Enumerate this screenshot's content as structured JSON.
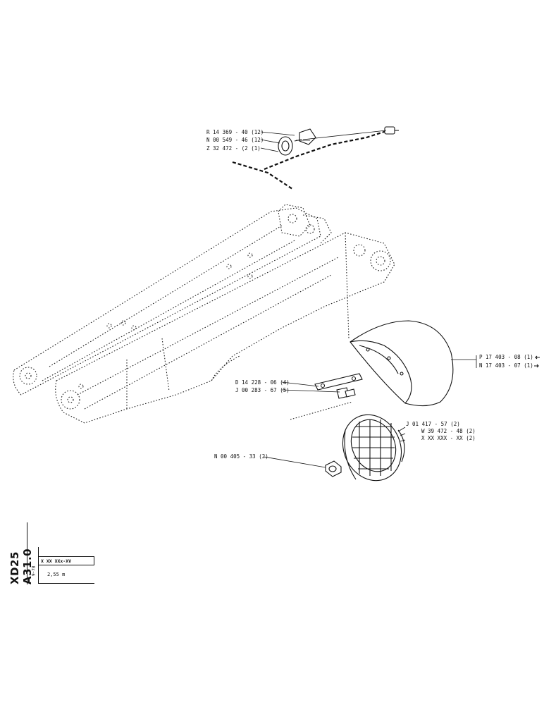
{
  "document": {
    "code": "XD25 A31.0",
    "date": "9-78",
    "variant_code": "X XX XXx-XV",
    "boom_length": "2,55 m"
  },
  "callouts": {
    "cable_clip": "R 14 369 - 40 (12)",
    "grommet": "N 00 549 - 46 (12)",
    "cable_harness": "Z 32 472 - (2 (1)",
    "mounting_plate": "D 14 228 - 06 (4)",
    "bolt": "J 00 283 - 67 (5)",
    "guard_right": "P 17 403 - 08 (1)",
    "guard_left": "N 17 403 - 07 (1)",
    "lamp_screw": "J 01 417 - 57 (2)",
    "lamp_washer": "W 39 472 - 48 (2)",
    "lamp_unit": "X XX XXX - XX (2)",
    "nut": "N 00 405 - 33 (2)"
  }
}
